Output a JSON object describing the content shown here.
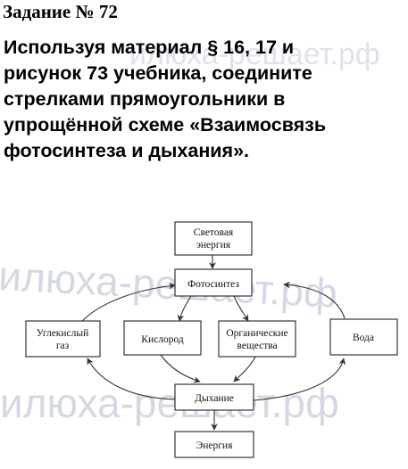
{
  "task": {
    "title": "Задание № 72"
  },
  "question": {
    "lines": [
      "Используя материал § 16, 17 и",
      "рисунок 73 учебника, соедините",
      "стрелками прямоугольники в",
      "упрощённой схеме «Взаимосвязь",
      "фотосинтеза и дыхания»."
    ]
  },
  "watermark": {
    "text": "илюха-решает.рф"
  },
  "diagram": {
    "light_energy": [
      "Световая",
      "энергия"
    ],
    "photosynthesis": "Фотосинтез",
    "carbon_dioxide": [
      "Углекислый",
      "газ"
    ],
    "oxygen": "Кислород",
    "organic_matter": [
      "Органические",
      "вещества"
    ],
    "water": "Вода",
    "respiration": "Дыхание",
    "energy": "Энергия"
  }
}
